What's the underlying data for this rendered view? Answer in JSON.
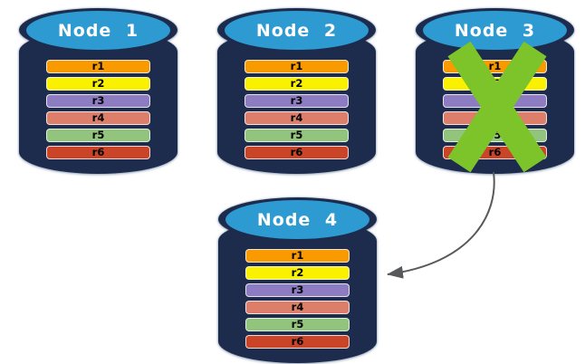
{
  "diagram": {
    "description_colors": {
      "background": "#FFFFFF",
      "cylinder_body": "#1D2B4D",
      "cylinder_cap": "#2E9AD2",
      "node_title_text": "#FFFFFF",
      "row_text": "#000000",
      "failure_x": "#7DC32A",
      "arrow": "#58595B"
    },
    "icons": {
      "failure": "x-mark-icon",
      "transfer": "curved-arrow-icon"
    }
  },
  "nodes": [
    {
      "title": "Node 1",
      "failed": false,
      "rows": [
        {
          "label": "r1",
          "color": "#F99B00"
        },
        {
          "label": "r2",
          "color": "#FAF100"
        },
        {
          "label": "r3",
          "color": "#8E7CC3"
        },
        {
          "label": "r4",
          "color": "#DD7E6B"
        },
        {
          "label": "r5",
          "color": "#93C47D"
        },
        {
          "label": "r6",
          "color": "#CA4527"
        }
      ]
    },
    {
      "title": "Node 2",
      "failed": false,
      "rows": [
        {
          "label": "r1",
          "color": "#F99B00"
        },
        {
          "label": "r2",
          "color": "#FAF100"
        },
        {
          "label": "r3",
          "color": "#8E7CC3"
        },
        {
          "label": "r4",
          "color": "#DD7E6B"
        },
        {
          "label": "r5",
          "color": "#93C47D"
        },
        {
          "label": "r6",
          "color": "#CA4527"
        }
      ]
    },
    {
      "title": "Node 3",
      "failed": true,
      "rows": [
        {
          "label": "r1",
          "color": "#F99B00"
        },
        {
          "label": "r2",
          "color": "#FAF100"
        },
        {
          "label": "r3",
          "color": "#8E7CC3"
        },
        {
          "label": "r4",
          "color": "#DD7E6B"
        },
        {
          "label": "r5",
          "color": "#93C47D"
        },
        {
          "label": "r6",
          "color": "#CA4527"
        }
      ]
    },
    {
      "title": "Node 4",
      "failed": false,
      "rows": [
        {
          "label": "r1",
          "color": "#F99B00"
        },
        {
          "label": "r2",
          "color": "#FAF100"
        },
        {
          "label": "r3",
          "color": "#8E7CC3"
        },
        {
          "label": "r4",
          "color": "#DD7E6B"
        },
        {
          "label": "r5",
          "color": "#93C47D"
        },
        {
          "label": "r6",
          "color": "#CA4527"
        }
      ]
    }
  ]
}
